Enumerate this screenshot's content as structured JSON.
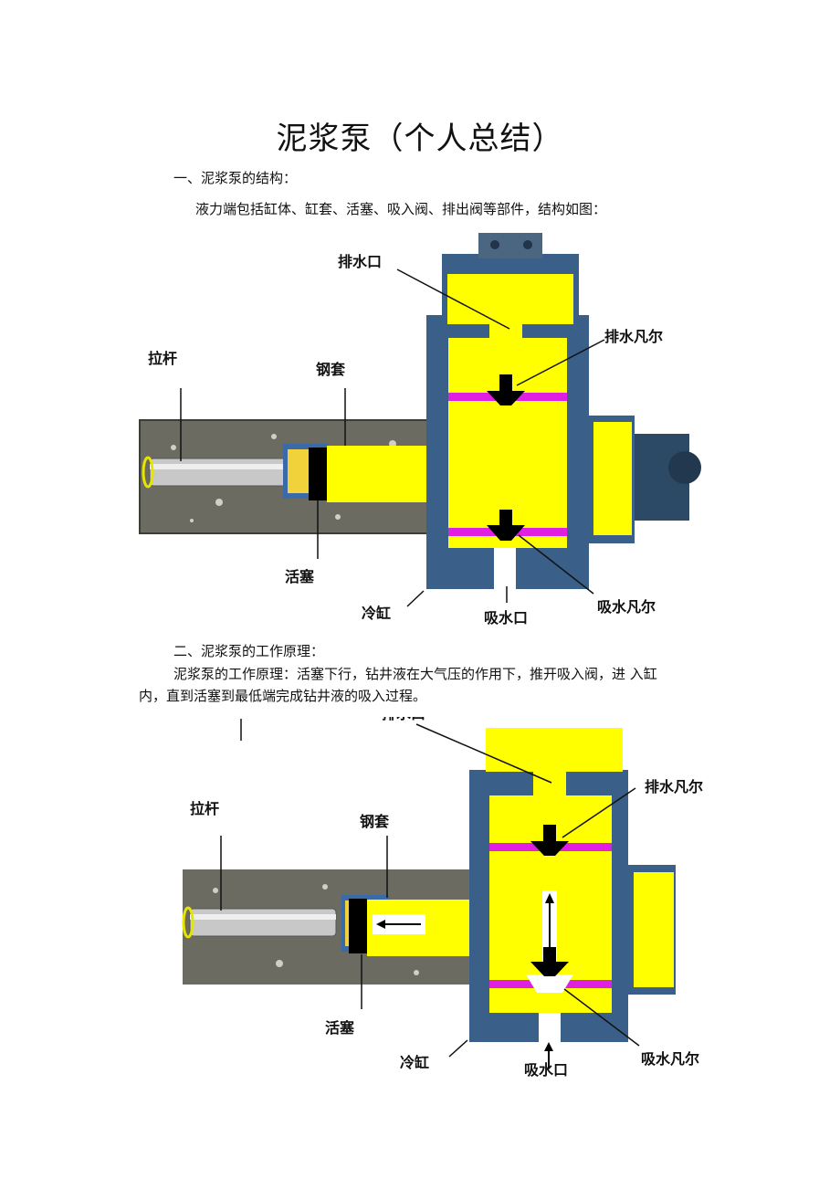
{
  "title": "泥浆泵（个人总结）",
  "section1": {
    "heading": "一、泥浆泵的结构：",
    "text": "液力端包括缸体、缸套、活塞、吸入阀、排出阀等部件，结构如图："
  },
  "figure1": {
    "labels": {
      "discharge_port": "排水口",
      "discharge_valve": "排水凡尔",
      "rod": "拉杆",
      "liner": "钢套",
      "piston": "活塞",
      "cylinder": "冷缸",
      "suction_port": "吸水口",
      "suction_valve": "吸水凡尔"
    }
  },
  "section2": {
    "heading": "二、泥浆泵的工作原理：",
    "text_line1": "泥浆泵的工作原理：活塞下行，钻井液在大气压的作用下，推开吸入阀，进  入缸",
    "text_line2": "内，直到活塞到最低端完成钻井液的吸入过程。"
  },
  "figure2": {
    "labels": {
      "discharge_port_cut": "排水口",
      "discharge_valve": "排水凡尔",
      "rod": "拉杆",
      "liner": "钢套",
      "piston": "活塞",
      "cylinder": "冷缸",
      "suction_port": "吸水口",
      "suction_valve": "吸水凡尔"
    }
  },
  "colors": {
    "fluid": "#ffff00",
    "body": "#3a5f88",
    "valve_seat": "#e020e0",
    "stone": "#6b6b62"
  }
}
